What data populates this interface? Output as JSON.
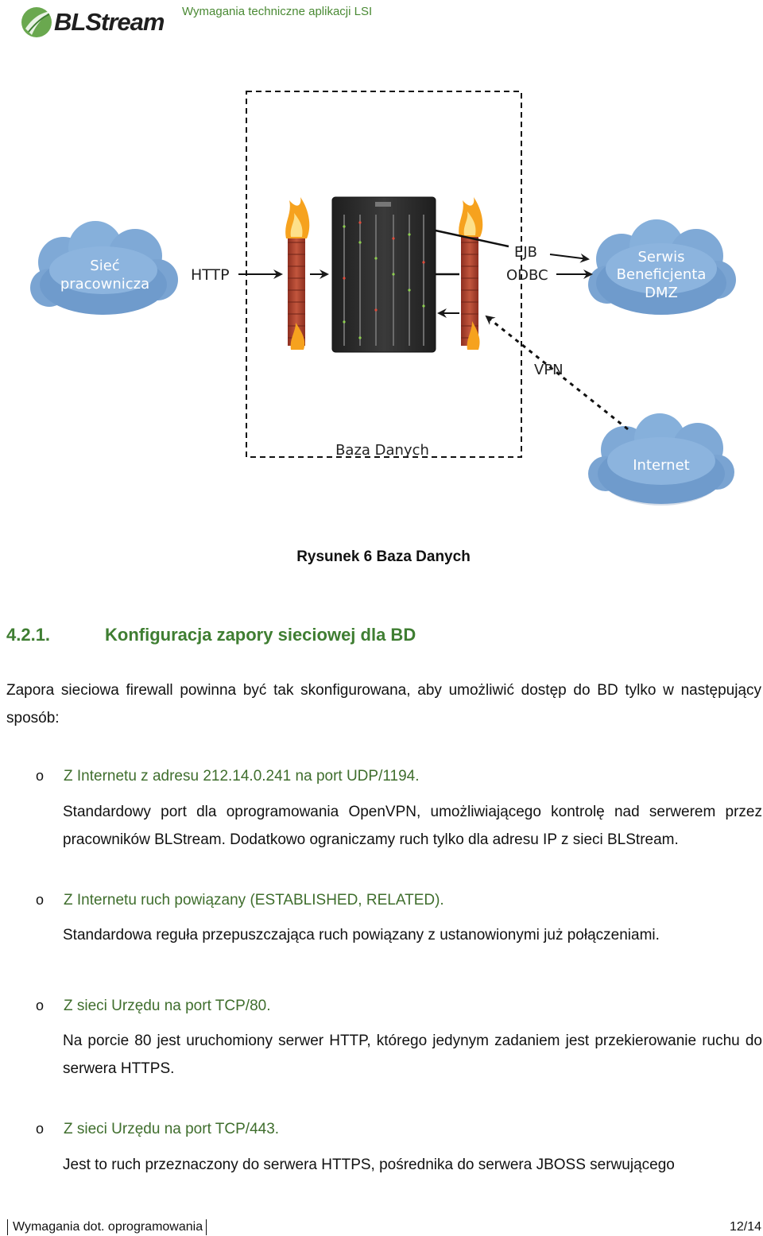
{
  "header": {
    "logo_text": "BLStream",
    "title": "Wymagania techniczne aplikacji LSI"
  },
  "figure": {
    "labels": {
      "http": "HTTP",
      "ejb": "EJB",
      "odbc": "ODBC",
      "vpn": "VPN",
      "box": "Baza Danych"
    },
    "clouds": {
      "employee_net": [
        "Sieć",
        "pracownicza"
      ],
      "beneficiary": [
        "Serwis",
        "Beneficjenta",
        "DMZ"
      ],
      "internet": [
        "Internet"
      ]
    },
    "colors": {
      "cloud": "#7fa9d6",
      "cloud_dark": "#5a86bd",
      "firewall_brick": "#b7412e",
      "flame": "#f6a21e",
      "server": "#2f2f2f"
    }
  },
  "caption": "Rysunek 6 Baza Danych",
  "section": {
    "number": "4.2.1.",
    "title": "Konfiguracja zapory sieciowej dla BD"
  },
  "intro": "Zapora sieciowa firewall powinna być tak skonfigurowana, aby umożliwić dostęp do BD tylko w następujący sposób:",
  "items": [
    {
      "bullet": "o",
      "title": "Z Internetu z adresu 212.14.0.241 na port UDP/1194.",
      "desc": "Standardowy port dla oprogramowania OpenVPN, umożliwiającego kontrolę nad serwerem przez pracowników BLStream. Dodatkowo ograniczamy ruch tylko dla adresu IP z sieci BLStream."
    },
    {
      "bullet": "o",
      "title": "Z Internetu ruch powiązany (ESTABLISHED, RELATED).",
      "desc": "Standardowa reguła przepuszczająca ruch powiązany z ustanowionymi już połączeniami."
    },
    {
      "bullet": "o",
      "title": "Z sieci Urzędu na port TCP/80.",
      "desc": "Na porcie 80 jest uruchomiony serwer HTTP, którego jedynym zadaniem jest przekierowanie ruchu do serwera HTTPS."
    },
    {
      "bullet": "o",
      "title": "Z sieci Urzędu na port TCP/443.",
      "desc": "Jest to ruch przeznaczony do serwera HTTPS, pośrednika do serwera JBOSS serwującego"
    }
  ],
  "footer": {
    "text": "Wymagania dot. oprogramowania",
    "page": "12/14"
  }
}
